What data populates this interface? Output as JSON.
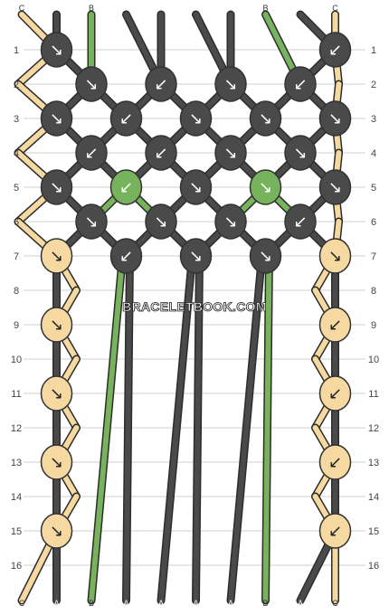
{
  "diagram": {
    "watermark": "BRACELETBOOK.COM",
    "colors": {
      "A": "#4a4a4a",
      "B": "#77b25c",
      "C": "#f5d9a0",
      "guide_line": "#cfcfcf",
      "arrow": "#ffffff",
      "arrow_on_light": "#222222"
    },
    "strands_top": [
      "C",
      "A",
      "B",
      "A",
      "A",
      "A",
      "A",
      "B",
      "A",
      "C"
    ],
    "strands_bottom": [
      "C",
      "A",
      "B",
      "A",
      "A",
      "A",
      "A",
      "B",
      "A",
      "C"
    ],
    "rows": [
      "1",
      "2",
      "3",
      "4",
      "5",
      "6",
      "7",
      "8",
      "9",
      "10",
      "11",
      "12",
      "13",
      "14",
      "15",
      "16"
    ],
    "knots": [
      {
        "row": 1,
        "col": 1,
        "color": "A",
        "arrow": "↘"
      },
      {
        "row": 1,
        "col": 9,
        "color": "A",
        "arrow": "↙"
      },
      {
        "row": 2,
        "col": 2,
        "color": "A",
        "arrow": "↘"
      },
      {
        "row": 2,
        "col": 4,
        "color": "A",
        "arrow": "↙"
      },
      {
        "row": 2,
        "col": 6,
        "color": "A",
        "arrow": "↘"
      },
      {
        "row": 2,
        "col": 8,
        "color": "A",
        "arrow": "↙"
      },
      {
        "row": 3,
        "col": 1,
        "color": "A",
        "arrow": "↘"
      },
      {
        "row": 3,
        "col": 3,
        "color": "A",
        "arrow": "↙"
      },
      {
        "row": 3,
        "col": 5,
        "color": "A",
        "arrow": "↘"
      },
      {
        "row": 3,
        "col": 7,
        "color": "A",
        "arrow": "↘"
      },
      {
        "row": 3,
        "col": 9,
        "color": "A",
        "arrow": "↘"
      },
      {
        "row": 4,
        "col": 2,
        "color": "A",
        "arrow": "↙"
      },
      {
        "row": 4,
        "col": 4,
        "color": "A",
        "arrow": "↙"
      },
      {
        "row": 4,
        "col": 6,
        "color": "A",
        "arrow": "↘"
      },
      {
        "row": 4,
        "col": 8,
        "color": "A",
        "arrow": "↘"
      },
      {
        "row": 5,
        "col": 1,
        "color": "A",
        "arrow": "↘"
      },
      {
        "row": 5,
        "col": 3,
        "color": "B",
        "arrow": "↙"
      },
      {
        "row": 5,
        "col": 5,
        "color": "A",
        "arrow": "↘"
      },
      {
        "row": 5,
        "col": 7,
        "color": "B",
        "arrow": "↘"
      },
      {
        "row": 5,
        "col": 9,
        "color": "A",
        "arrow": "↘"
      },
      {
        "row": 6,
        "col": 2,
        "color": "A",
        "arrow": "↘"
      },
      {
        "row": 6,
        "col": 4,
        "color": "A",
        "arrow": "↘"
      },
      {
        "row": 6,
        "col": 6,
        "color": "A",
        "arrow": "↘"
      },
      {
        "row": 6,
        "col": 8,
        "color": "A",
        "arrow": "↙"
      },
      {
        "row": 7,
        "col": 1,
        "color": "C",
        "arrow": "↘"
      },
      {
        "row": 7,
        "col": 3,
        "color": "A",
        "arrow": "↙"
      },
      {
        "row": 7,
        "col": 5,
        "color": "A",
        "arrow": "↘"
      },
      {
        "row": 7,
        "col": 7,
        "color": "A",
        "arrow": "↘"
      },
      {
        "row": 7,
        "col": 9,
        "color": "C",
        "arrow": "↘"
      },
      {
        "row": 9,
        "col": 1,
        "color": "C",
        "arrow": "↘"
      },
      {
        "row": 9,
        "col": 9,
        "color": "C",
        "arrow": "↙"
      },
      {
        "row": 11,
        "col": 1,
        "color": "C",
        "arrow": "↘"
      },
      {
        "row": 11,
        "col": 9,
        "color": "C",
        "arrow": "↙"
      },
      {
        "row": 13,
        "col": 1,
        "color": "C",
        "arrow": "↘"
      },
      {
        "row": 13,
        "col": 9,
        "color": "C",
        "arrow": "↙"
      },
      {
        "row": 15,
        "col": 1,
        "color": "C",
        "arrow": "↘"
      },
      {
        "row": 15,
        "col": 9,
        "color": "C",
        "arrow": "↙"
      }
    ]
  }
}
